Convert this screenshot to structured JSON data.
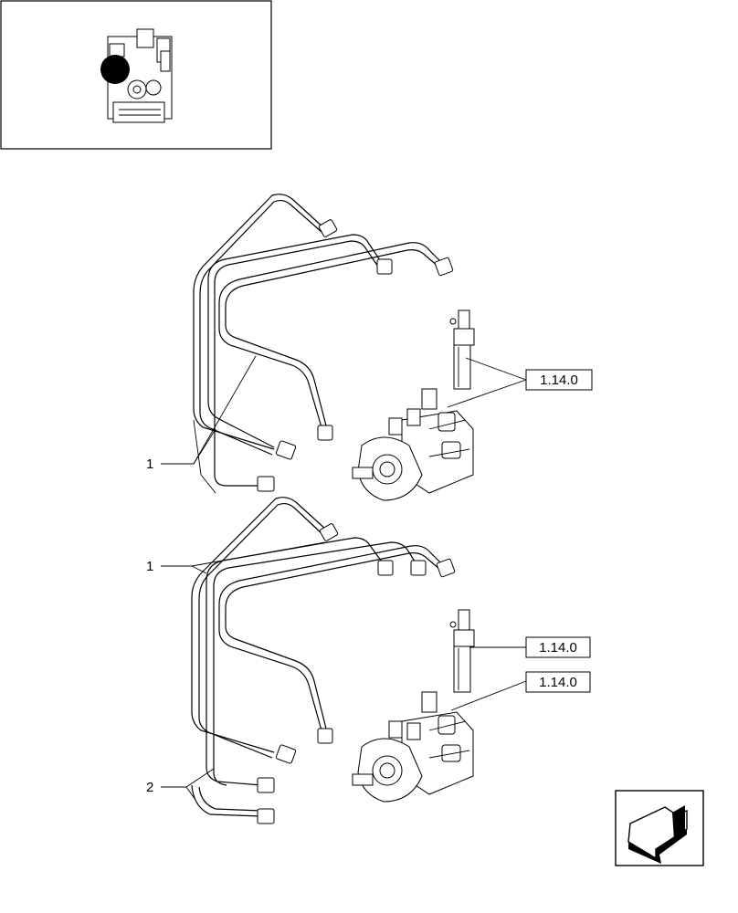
{
  "diagram": {
    "references": {
      "top": "1.14.0",
      "middle": "1.14.0",
      "bottom": "1.14.0"
    },
    "callouts": {
      "upper_1": "1",
      "lower_1": "1",
      "lower_2": "2"
    }
  },
  "colors": {
    "line": "#000000",
    "background": "#ffffff"
  },
  "icons": {
    "thumbnail": "engine-thumbnail-icon",
    "navigation": "previous-page-arrow-icon"
  }
}
